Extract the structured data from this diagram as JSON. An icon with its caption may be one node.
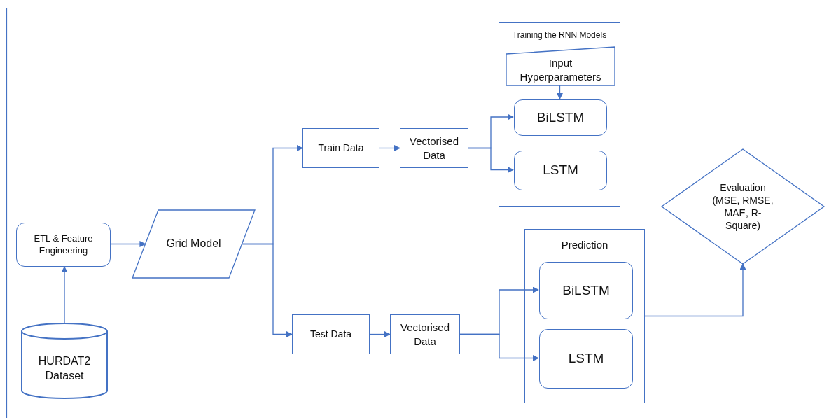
{
  "diagram": {
    "nodes": [
      {
        "text": [
          "HURDAT2 Dataset"
        ]
      },
      {
        "text": [
          "ETL & Feature Engineering"
        ]
      },
      {
        "text": [
          "Grid Model"
        ]
      },
      {
        "text": [
          "Train Data"
        ]
      },
      {
        "text": [
          "Vectorised Data"
        ]
      },
      {
        "text": [
          "Training the RNN Models"
        ]
      },
      {
        "text": [
          "Input Hyperparameters"
        ],
        "in": 5
      },
      {
        "text": [
          "BiLSTM"
        ],
        "in": 5
      },
      {
        "text": [
          "LSTM"
        ],
        "in": 5
      },
      {
        "text": [
          "Test Data"
        ]
      },
      {
        "text": [
          "Vectorised Data"
        ]
      },
      {
        "text": [
          "Prediction"
        ]
      },
      {
        "text": [
          "BiLSTM"
        ],
        "in": 11
      },
      {
        "text": [
          "LSTM"
        ],
        "in": 11
      },
      {
        "text": [
          "Evaluation (MSE, RMSE, MAE, R-Square)"
        ]
      }
    ],
    "edges": [
      {
        "from": 0,
        "to": 1,
        "arrow": "to"
      },
      {
        "from": 1,
        "to": 2,
        "arrow": "to"
      },
      {
        "from": 2,
        "to": 3,
        "arrow": "to"
      },
      {
        "from": 2,
        "to": 9,
        "arrow": "to"
      },
      {
        "from": 3,
        "to": 4,
        "arrow": "to"
      },
      {
        "from": 4,
        "to": 7,
        "arrow": "to"
      },
      {
        "from": 4,
        "to": 8,
        "arrow": "to"
      },
      {
        "from": 6,
        "to": 7,
        "arrow": "to"
      },
      {
        "from": 9,
        "to": 10,
        "arrow": "to"
      },
      {
        "from": 10,
        "to": 12,
        "arrow": "to"
      },
      {
        "from": 10,
        "to": 13,
        "arrow": "to"
      },
      {
        "from": 11,
        "to": 14,
        "arrow": "to"
      }
    ]
  }
}
